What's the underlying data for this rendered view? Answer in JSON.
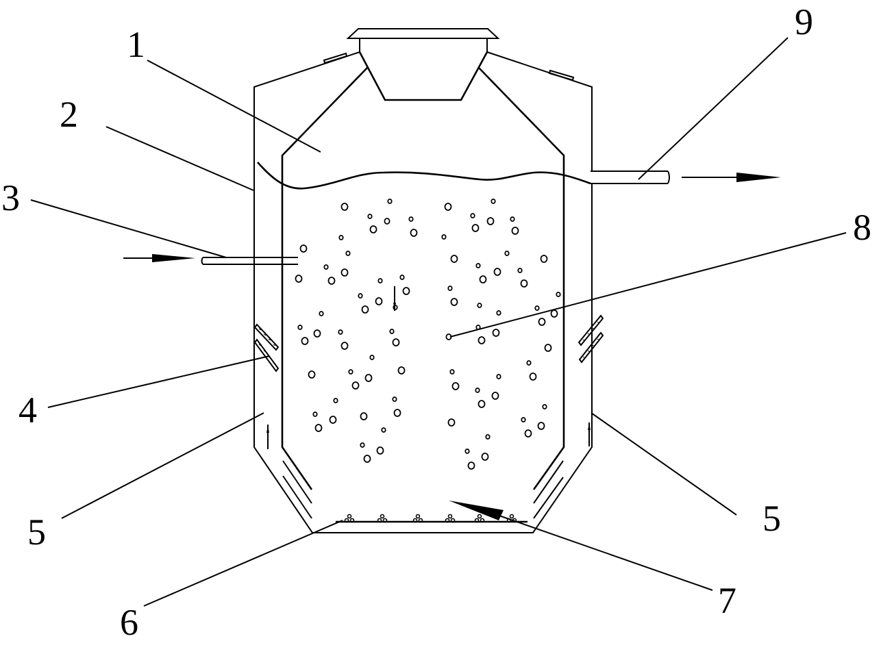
{
  "labels": {
    "l1": "1",
    "l2": "2",
    "l3": "3",
    "l4": "4",
    "l5a": "5",
    "l5b": "5",
    "l6": "6",
    "l7": "7",
    "l8": "8",
    "l9": "9"
  },
  "colors": {
    "stroke": "#000000",
    "background": "#ffffff"
  }
}
